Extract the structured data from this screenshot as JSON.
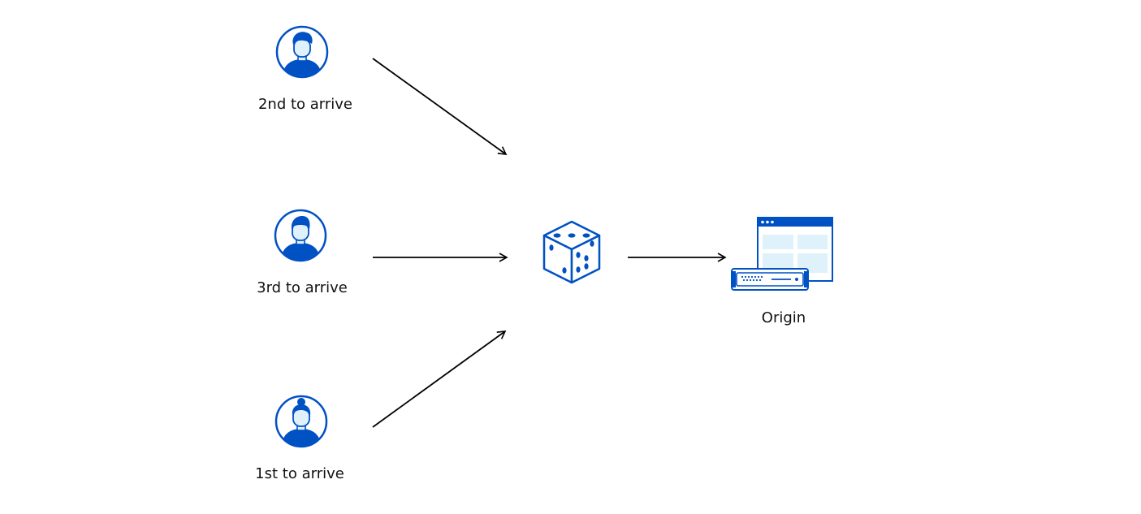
{
  "nodes": {
    "user_second": {
      "label": "2nd to arrive",
      "icon": "user-avatar-icon"
    },
    "user_third": {
      "label": "3rd to arrive",
      "icon": "user-avatar-icon"
    },
    "user_first": {
      "label": "1st to arrive",
      "icon": "user-avatar-icon"
    },
    "dice": {
      "icon": "dice-icon"
    },
    "origin": {
      "label": "Origin",
      "icon": "origin-server-icon"
    }
  },
  "colors": {
    "accent": "#0051c3",
    "light_fill": "#dff1fb",
    "arrow": "#000000",
    "text": "#111111"
  }
}
